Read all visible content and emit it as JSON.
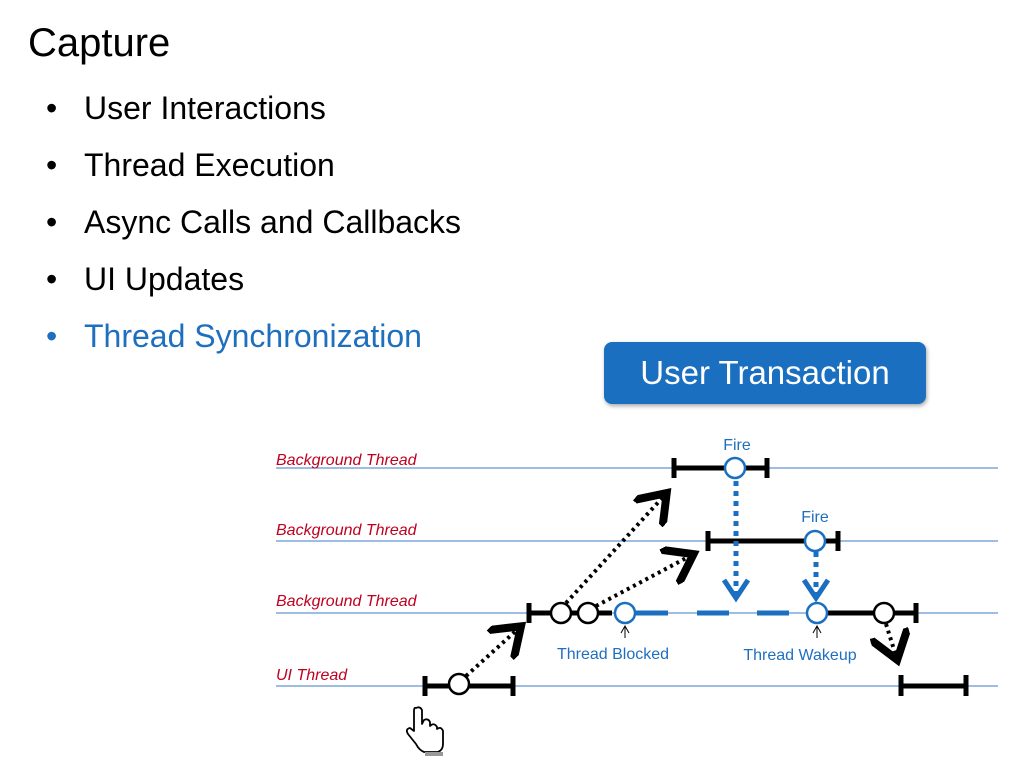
{
  "slide": {
    "title": "Capture",
    "bullets": [
      {
        "text": "User Interactions"
      },
      {
        "text": "Thread Execution"
      },
      {
        "text": "Async Calls and Callbacks"
      },
      {
        "text": "UI Updates"
      },
      {
        "text": "Thread Synchronization"
      }
    ],
    "bullet_glyph": "•",
    "badge": "User Transaction"
  },
  "diagram": {
    "threads": [
      "Background Thread",
      "Background Thread",
      "Background Thread",
      "UI Thread"
    ],
    "fire_label_1": "Fire",
    "fire_label_2": "Fire",
    "blocked_label": "Thread Blocked",
    "wakeup_label": "Thread Wakeup",
    "cursor_icon": "hand-pointer-icon"
  },
  "colors": {
    "accent_blue": "#1f6fbf",
    "badge_blue": "#1a6fc1",
    "thread_label_red": "#c0001f",
    "line_blue": "#3b7dc4"
  }
}
